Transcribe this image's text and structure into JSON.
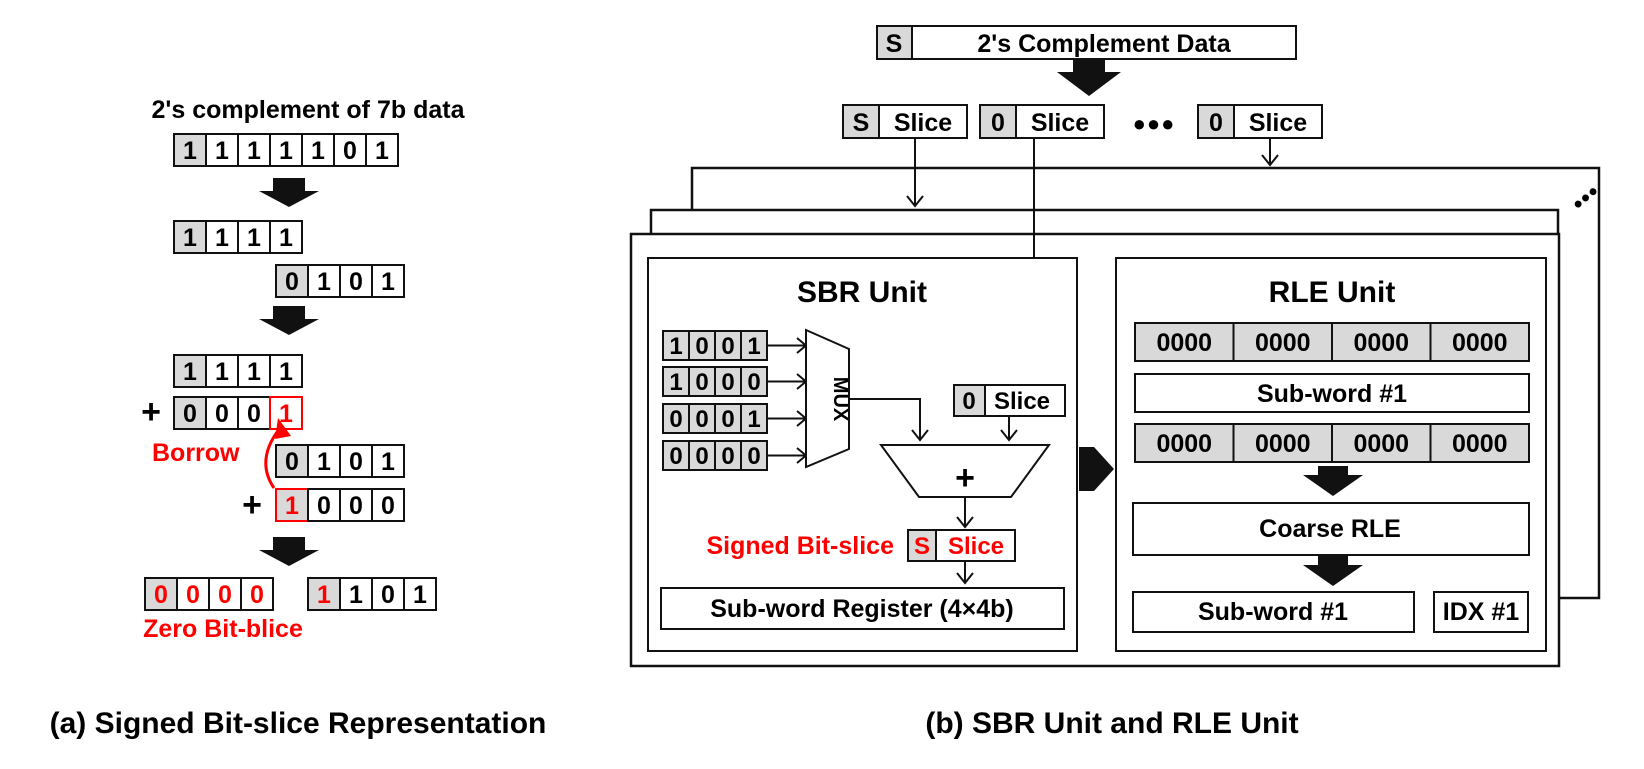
{
  "colors": {
    "accent_red": "#ff0000",
    "shade_gray": "#d9d9d9",
    "ink": "#111111"
  },
  "panel_a": {
    "title": "2's complement of 7b data",
    "data_bits": [
      "1",
      "1",
      "1",
      "1",
      "1",
      "0",
      "1"
    ],
    "upper_bits": [
      "1",
      "1",
      "1",
      "1"
    ],
    "lower_bits": [
      "0",
      "1",
      "0",
      "1"
    ],
    "upper_sum_bits": [
      "1",
      "1",
      "1",
      "1"
    ],
    "upper_addend_bits": [
      "0",
      "0",
      "0",
      "1"
    ],
    "lower_sum_bits": [
      "0",
      "1",
      "0",
      "1"
    ],
    "lower_addend_bits": [
      "1",
      "0",
      "0",
      "0"
    ],
    "plus": "+",
    "borrow_label": "Borrow",
    "result_zero_bits": [
      "0",
      "0",
      "0",
      "0"
    ],
    "result_low_bits": [
      "1",
      "1",
      "0",
      "1"
    ],
    "zero_label": "Zero Bit-blice",
    "caption": "(a) Signed Bit-slice Representation"
  },
  "panel_b": {
    "top_sign": "S",
    "top_data": "2's Complement Data",
    "slice_sign": "S",
    "slice_zero": "0",
    "slice_label": "Slice",
    "dots": "●●●",
    "stack_dots": "●●●",
    "sbr": {
      "title": "SBR Unit",
      "mux_inputs": [
        [
          "1",
          "0",
          "0",
          "1"
        ],
        [
          "1",
          "0",
          "0",
          "0"
        ],
        [
          "0",
          "0",
          "0",
          "1"
        ],
        [
          "0",
          "0",
          "0",
          "0"
        ]
      ],
      "mux_label": "MUX",
      "adder_plus": "+",
      "in_sign": "0",
      "in_label": "Slice",
      "signed_label": "Signed Bit-slice",
      "out_sign": "S",
      "out_label": "Slice",
      "register": "Sub-word Register (4×4b)"
    },
    "rle": {
      "title": "RLE Unit",
      "row1": [
        "0000",
        "0000",
        "0000",
        "0000"
      ],
      "subword1": "Sub-word #1",
      "row2": [
        "0000",
        "0000",
        "0000",
        "0000"
      ],
      "coarse": "Coarse RLE",
      "subword_out": "Sub-word #1",
      "idx": "IDX #1"
    },
    "caption": "(b) SBR Unit and RLE Unit"
  }
}
